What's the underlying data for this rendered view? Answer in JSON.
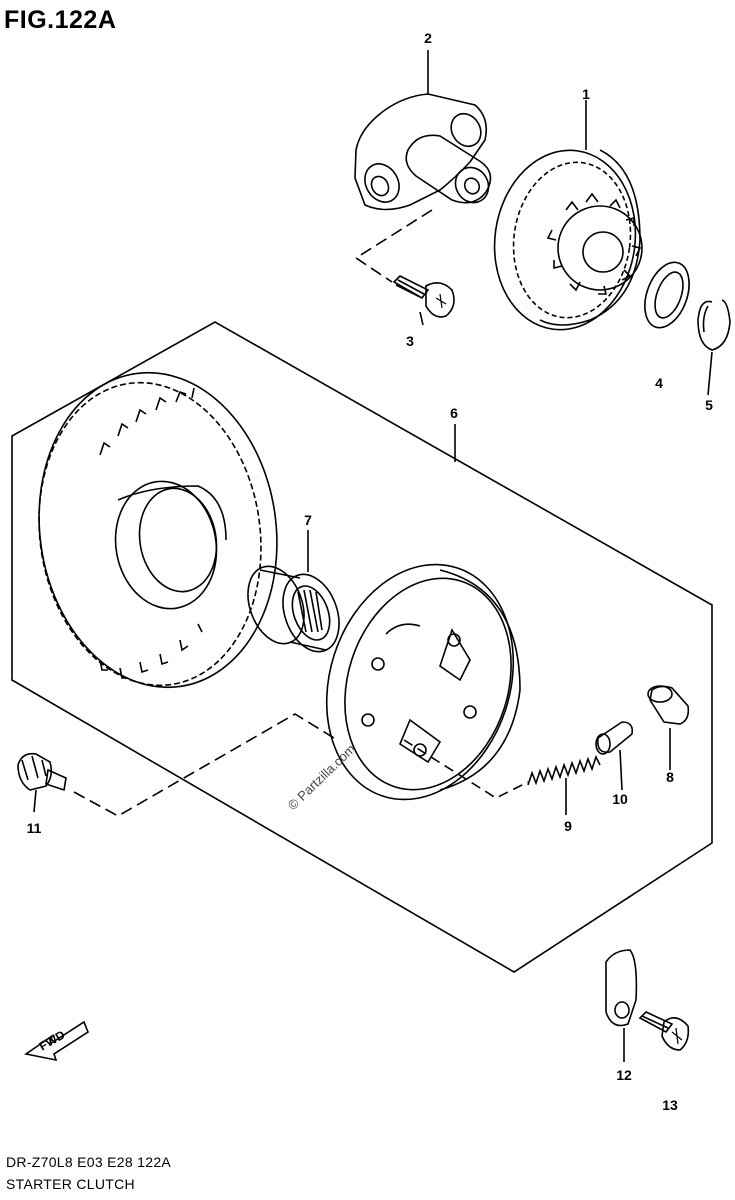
{
  "title": "FIG.122A",
  "footer": {
    "code": "DR-Z70L8  E03  E28  122A",
    "name": "STARTER CLUTCH"
  },
  "watermark": "© Partzilla.com",
  "direction_arrow_label": "FWD",
  "callouts": [
    "1",
    "2",
    "3",
    "4",
    "5",
    "6",
    "7",
    "8",
    "9",
    "10",
    "11",
    "12",
    "13"
  ]
}
